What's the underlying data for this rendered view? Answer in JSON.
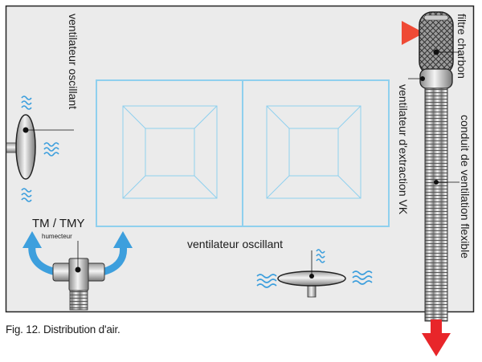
{
  "labels": {
    "fan_left": "ventilateur oscillant",
    "fan_bottom": "ventilateur oscillant",
    "unit": "TM / TMY",
    "humidifier": "humecteur",
    "charcoal_filter": "filtre charbon",
    "extraction_fan": "ventilateur d'extraction VK",
    "flexible_duct": "conduit de ventilation flexible"
  },
  "caption": "Fig. 12. Distribution d'air.",
  "colors": {
    "tent_fill": "#ebebeb",
    "light_frame": "#8fd0ee",
    "air_blue": "#3d9fdd",
    "arrow_red": "#e8262a",
    "inflow_red": "#ef6a4d"
  }
}
